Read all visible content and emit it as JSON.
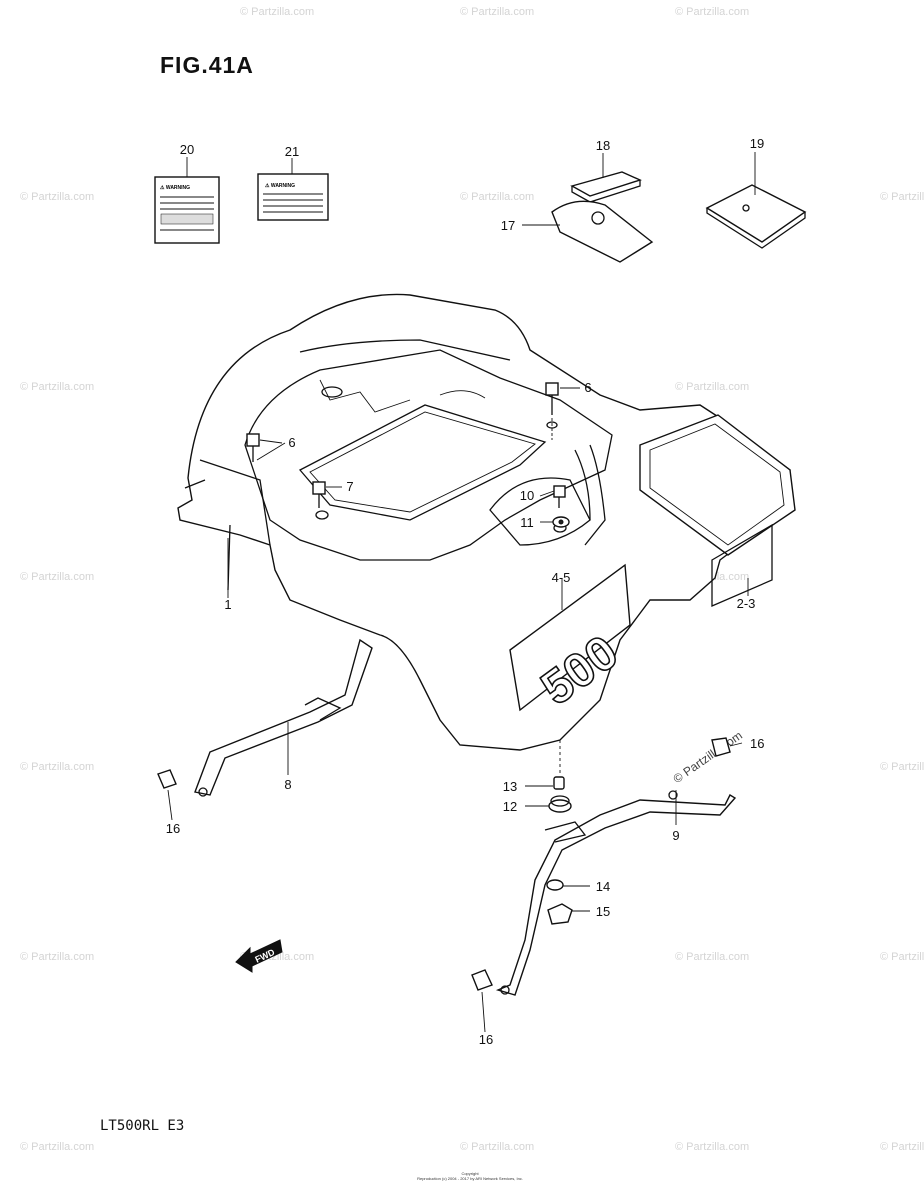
{
  "figure": {
    "title": "FIG.41A"
  },
  "footer": {
    "model_code": "LT500RL  E3",
    "copyright": "Copyright\nReproduction (c) 2004 - 2017 by ARI Network Services, Inc."
  },
  "watermark": {
    "text": "© Partzilla.com"
  },
  "fwd_arrow": {
    "label": "FWD"
  },
  "callouts": {
    "c1": "1",
    "c2_3": "2-3",
    "c4_5": "4-5",
    "c6a": "6",
    "c6b": "6",
    "c7": "7",
    "c8": "8",
    "c9": "9",
    "c10": "10",
    "c11": "11",
    "c12": "12",
    "c13": "13",
    "c14": "14",
    "c15": "15",
    "c16a": "16",
    "c16b": "16",
    "c16c": "16",
    "c17": "17",
    "c18": "18",
    "c19": "19",
    "c20": "20",
    "c21": "21"
  },
  "labels": {
    "warning_label_20": "⚠ WARNING",
    "warning_label_21": "⚠ WARNING",
    "fender_badge": "500"
  }
}
